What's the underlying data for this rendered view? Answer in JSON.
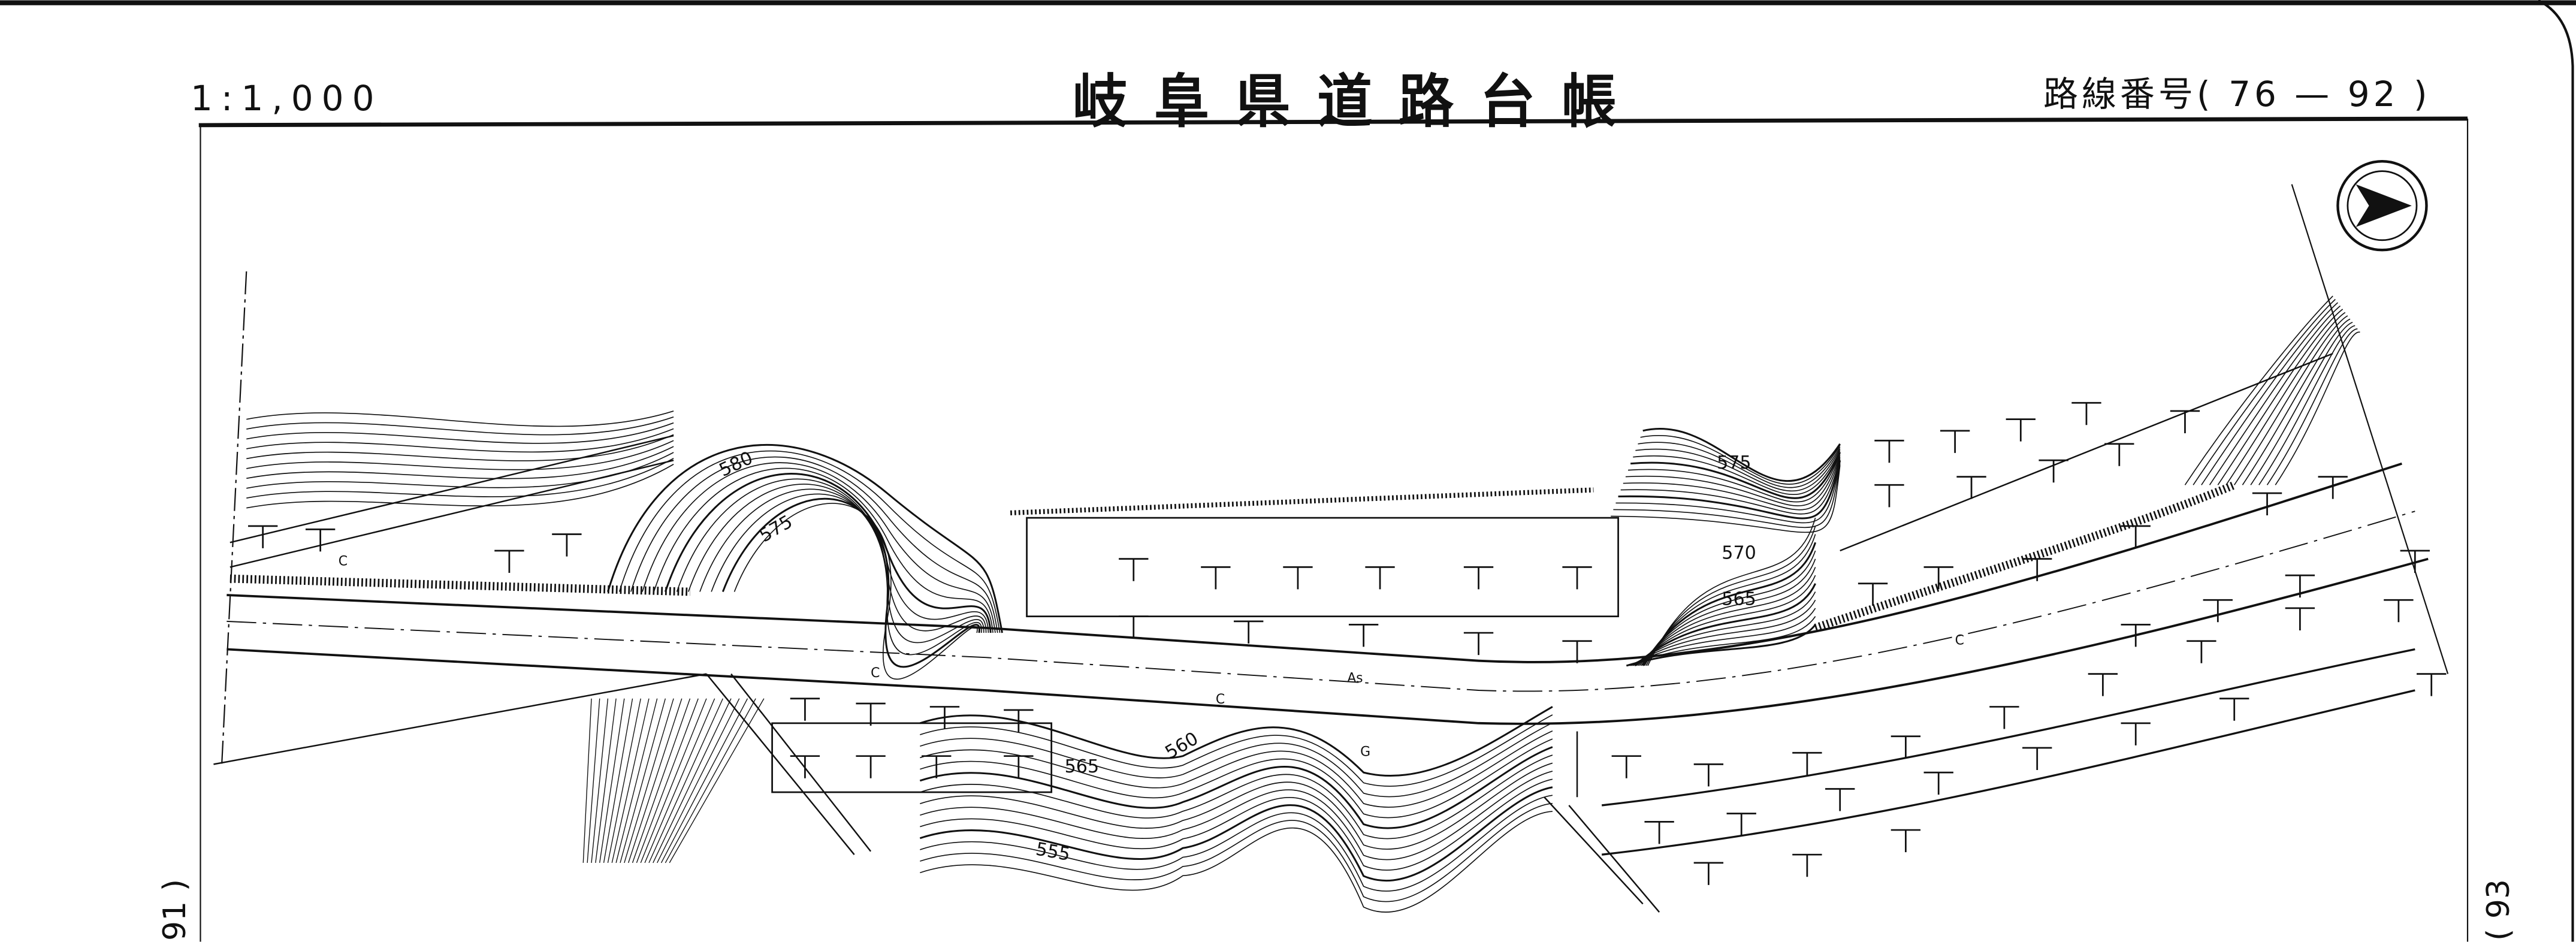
{
  "header": {
    "scale": "1:1,000",
    "title": "岐阜県道路台帳",
    "route_number": "路線番号( 76 — 92 )"
  },
  "side_labels": {
    "left": "91 )",
    "right": "( 93"
  },
  "map": {
    "north_arrow": "north-arrow-icon",
    "contour_labels": [
      "580",
      "575",
      "575",
      "570",
      "565",
      "565",
      "560",
      "555"
    ],
    "surface_labels": [
      "C",
      "C",
      "C",
      "C",
      "As",
      "G"
    ],
    "colors": {
      "ink": "#111111",
      "paper": "#ffffff"
    }
  }
}
